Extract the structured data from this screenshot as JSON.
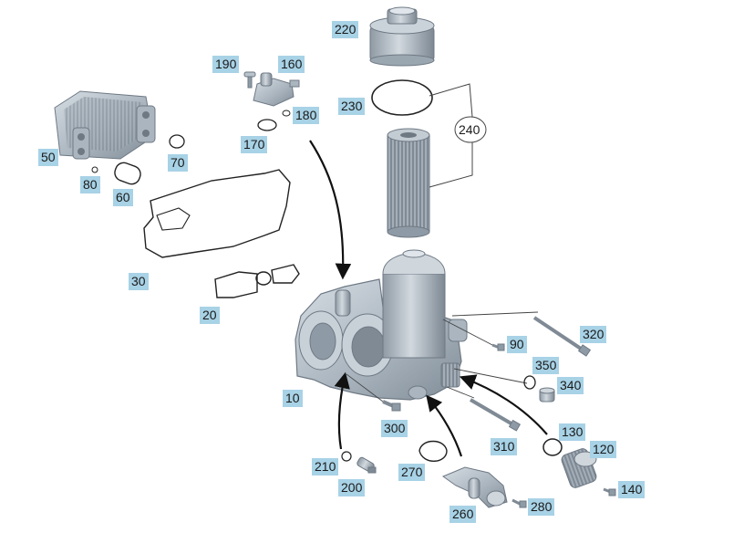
{
  "callouts": [
    {
      "id": "220",
      "label": "220"
    },
    {
      "id": "190",
      "label": "190"
    },
    {
      "id": "160",
      "label": "160"
    },
    {
      "id": "180",
      "label": "180"
    },
    {
      "id": "230",
      "label": "230"
    },
    {
      "id": "240",
      "label": "240"
    },
    {
      "id": "170",
      "label": "170"
    },
    {
      "id": "50",
      "label": "50"
    },
    {
      "id": "70",
      "label": "70"
    },
    {
      "id": "80",
      "label": "80"
    },
    {
      "id": "60",
      "label": "60"
    },
    {
      "id": "30",
      "label": "30"
    },
    {
      "id": "20",
      "label": "20"
    },
    {
      "id": "320",
      "label": "320"
    },
    {
      "id": "90",
      "label": "90"
    },
    {
      "id": "350",
      "label": "350"
    },
    {
      "id": "340",
      "label": "340"
    },
    {
      "id": "10",
      "label": "10"
    },
    {
      "id": "300",
      "label": "300"
    },
    {
      "id": "310",
      "label": "310"
    },
    {
      "id": "130",
      "label": "130"
    },
    {
      "id": "120",
      "label": "120"
    },
    {
      "id": "210",
      "label": "210"
    },
    {
      "id": "270",
      "label": "270"
    },
    {
      "id": "200",
      "label": "200"
    },
    {
      "id": "140",
      "label": "140"
    },
    {
      "id": "280",
      "label": "280"
    },
    {
      "id": "260",
      "label": "260"
    }
  ],
  "colors": {
    "callout_bg": "#a8d2e6",
    "part_fill": "#b9c3cc",
    "part_shade": "#8e9aa5",
    "part_stroke": "#6e7984",
    "line": "#444444"
  }
}
